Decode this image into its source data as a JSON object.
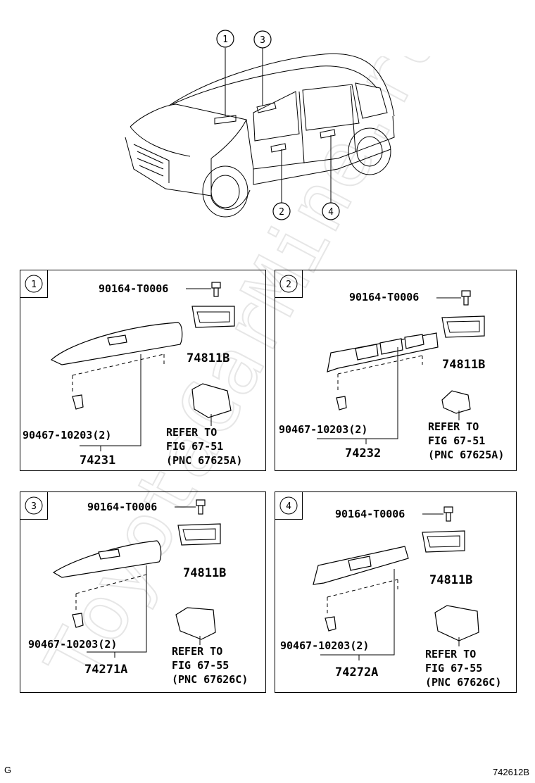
{
  "car": {
    "callouts": [
      "1",
      "3",
      "2",
      "4"
    ]
  },
  "panels": [
    {
      "index": "1",
      "bolt": "90164-T0006",
      "cover": "74811B",
      "clip": "90467-10203(2)",
      "assy": "74231",
      "refer": [
        "REFER TO",
        "FIG 67-51",
        "(PNC 67625A)"
      ]
    },
    {
      "index": "2",
      "bolt": "90164-T0006",
      "cover": "74811B",
      "clip": "90467-10203(2)",
      "assy": "74232",
      "refer": [
        "REFER TO",
        "FIG 67-51",
        "(PNC 67625A)"
      ]
    },
    {
      "index": "3",
      "bolt": "90164-T0006",
      "cover": "74811B",
      "clip": "90467-10203(2)",
      "assy": "74271A",
      "refer": [
        "REFER TO",
        "FIG 67-55",
        "(PNC 67626C)"
      ]
    },
    {
      "index": "4",
      "bolt": "90164-T0006",
      "cover": "74811B",
      "clip": "90467-10203(2)",
      "assy": "74272A",
      "refer": [
        "REFER TO",
        "FIG 67-55",
        "(PNC 67626C)"
      ]
    }
  ],
  "footer": {
    "left": "G",
    "right": "742612B"
  },
  "watermark": "ToyotaCarMine.ru"
}
